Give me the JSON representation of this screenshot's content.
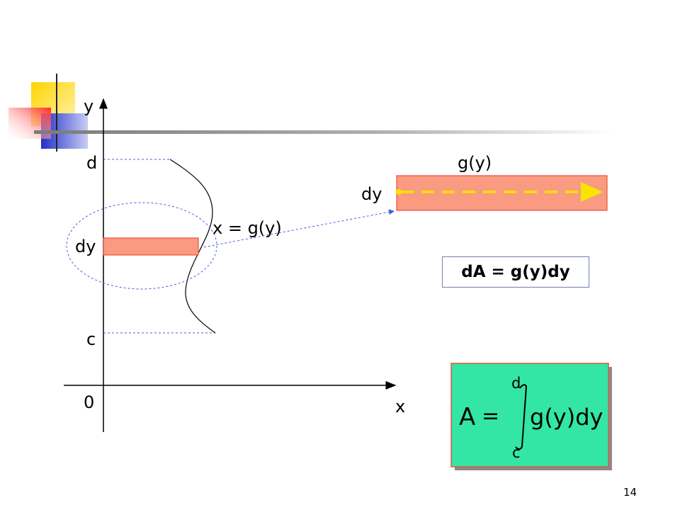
{
  "axes": {
    "y_label": "y",
    "x_label": "x",
    "origin_label": "0",
    "upper_bound_label": "d",
    "lower_bound_label": "c"
  },
  "strip": {
    "thickness_label": "dy",
    "curve_label": "x = g(y)"
  },
  "enlarged_strip": {
    "length_label": "g(y)",
    "thickness_label": "dy"
  },
  "differential_area": "dA = g(y)dy",
  "integral": {
    "lhs": "A",
    "equals": "=",
    "upper_limit": "d",
    "lower_limit": "c",
    "integrand": "g(y)dy"
  },
  "page_number": "14",
  "colors": {
    "strip_fill": "#fa9a80",
    "strip_border": "#e8533a",
    "formula_fill": "#33e6a6",
    "formula_border": "#e8533a",
    "guide_blue": "#4a5de8",
    "arrow_yellow": "#f7e400",
    "deco_yellow": "#ffd400",
    "deco_blue": "#2e3ed6",
    "deco_red": "#ff3b3b"
  }
}
